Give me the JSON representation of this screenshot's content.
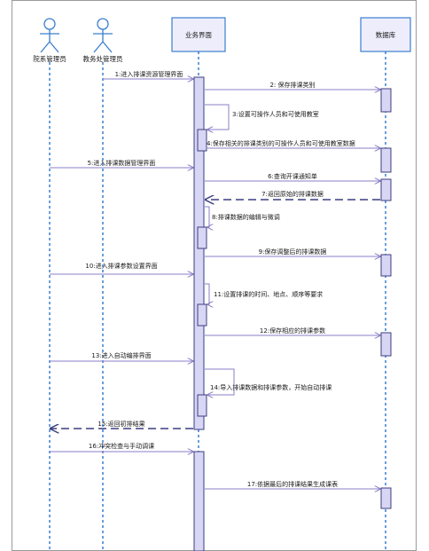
{
  "participants": [
    {
      "id": "p1",
      "label": "院系管理员",
      "kind": "actor"
    },
    {
      "id": "p2",
      "label": "教务处管理员",
      "kind": "actor"
    },
    {
      "id": "p3",
      "label": "业务界面",
      "kind": "object"
    },
    {
      "id": "p4",
      "label": "数据库",
      "kind": "object"
    }
  ],
  "messages": [
    {
      "label": "1:进入排课资源管理界面",
      "from": "p2",
      "to": "p3",
      "style": "call"
    },
    {
      "label": "2: 保存排课类别",
      "from": "p3",
      "to": "p4",
      "style": "call"
    },
    {
      "label": "3:设置可操作人员和可使用教室",
      "from": "p3",
      "to": "p3",
      "style": "self"
    },
    {
      "label": "4:保存相关的排课类别的可操作人员和可使用教室数据",
      "from": "p3",
      "to": "p4",
      "style": "call"
    },
    {
      "label": "5:进入排课数据管理界面",
      "from": "p1",
      "to": "p3",
      "style": "call"
    },
    {
      "label": "6:查询开课通知单",
      "from": "p3",
      "to": "p4",
      "style": "call"
    },
    {
      "label": "7:返回原始的排课数据",
      "from": "p4",
      "to": "p3",
      "style": "return"
    },
    {
      "label": "8:排课数据的编辑与微调",
      "from": "p3",
      "to": "p3",
      "style": "self"
    },
    {
      "label": "9:保存调整后的排课数据",
      "from": "p3",
      "to": "p4",
      "style": "call"
    },
    {
      "label": "10:进入排课参数设置界面",
      "from": "p1",
      "to": "p3",
      "style": "call"
    },
    {
      "label": "11:设置排课的时间、地点、顺序等要求",
      "from": "p3",
      "to": "p3",
      "style": "self"
    },
    {
      "label": "12:保存相应的排课参数",
      "from": "p3",
      "to": "p4",
      "style": "call"
    },
    {
      "label": "13:进入自动编排界面",
      "from": "p1",
      "to": "p3",
      "style": "call"
    },
    {
      "label": "14:导入排课数据和排课参数，开始自动排课",
      "from": "p3",
      "to": "p3",
      "style": "self"
    },
    {
      "label": "15:返回初排结果",
      "from": "p3",
      "to": "p1",
      "style": "return"
    },
    {
      "label": "16:冲突检查与手动调课",
      "from": "p1",
      "to": "p3",
      "style": "call"
    },
    {
      "label": "17:依据最后的排课结果生成课表",
      "from": "p3",
      "to": "p4",
      "style": "call"
    }
  ],
  "colors": {
    "lifeline": "#3a7fd0",
    "activation_fill": "#d8d6f4",
    "activation_stroke": "#3b3f80",
    "arrow": "#8a7fc8",
    "return_arrow": "#3b3f80",
    "actor": "#3a7fd0",
    "object_fill": "#eeedfb",
    "frame": "#9a9a9a"
  }
}
